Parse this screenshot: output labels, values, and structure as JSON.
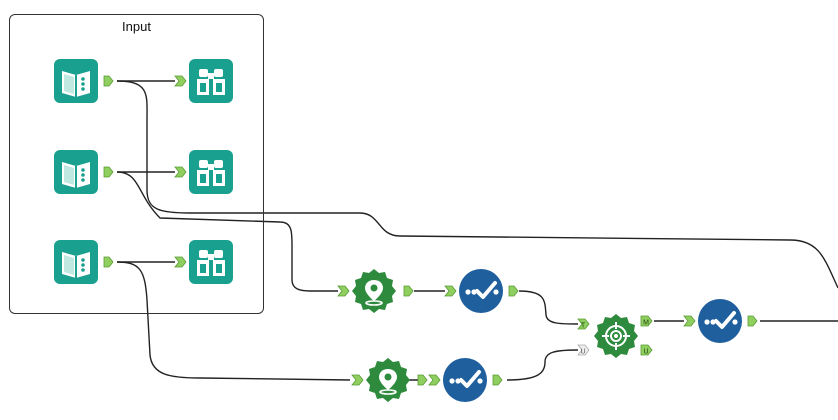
{
  "container": {
    "title": "Input"
  },
  "colors": {
    "input_teal": "#1aa08e",
    "browse_teal": "#1aa08e",
    "spatial_green": "#2e8b3e",
    "select_blue": "#1f5f9e",
    "anchor_green": "#8fcf5f",
    "connector": "#222222"
  },
  "tools": [
    {
      "id": "input-1",
      "kind": "input",
      "icon": "book-icon"
    },
    {
      "id": "input-2",
      "kind": "input",
      "icon": "book-icon"
    },
    {
      "id": "input-3",
      "kind": "input",
      "icon": "book-icon"
    },
    {
      "id": "browse-1",
      "kind": "browse",
      "icon": "binoculars-icon"
    },
    {
      "id": "browse-2",
      "kind": "browse",
      "icon": "binoculars-icon"
    },
    {
      "id": "browse-3",
      "kind": "browse",
      "icon": "binoculars-icon"
    },
    {
      "id": "create-points-1",
      "kind": "spatial",
      "icon": "map-pin-icon"
    },
    {
      "id": "create-points-2",
      "kind": "spatial",
      "icon": "map-pin-icon"
    },
    {
      "id": "select-1",
      "kind": "select",
      "icon": "checkmark-icon"
    },
    {
      "id": "select-2",
      "kind": "select",
      "icon": "checkmark-icon"
    },
    {
      "id": "select-3",
      "kind": "select",
      "icon": "checkmark-icon"
    },
    {
      "id": "spatial-match",
      "kind": "spatial-match",
      "icon": "target-icon"
    }
  ],
  "anchors": {
    "target": "T",
    "universe": "U",
    "match": "M",
    "unmatched": "U"
  }
}
